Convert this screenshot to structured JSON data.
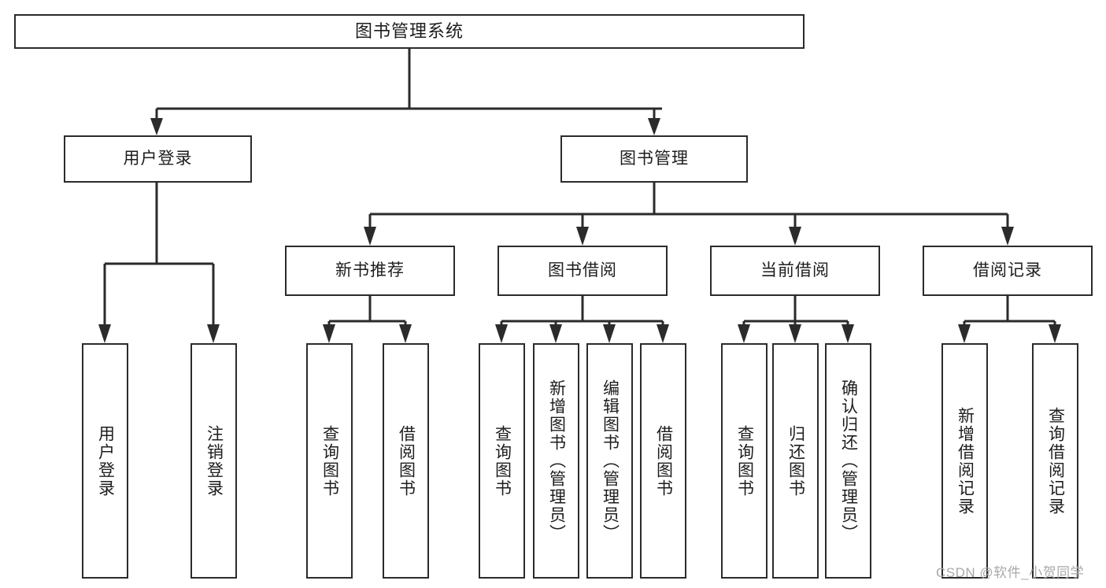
{
  "diagram": {
    "title": "图书管理系统",
    "type": "tree-hierarchy",
    "root": {
      "label": "图书管理系统"
    },
    "level2": [
      {
        "label": "用户登录"
      },
      {
        "label": "图书管理"
      }
    ],
    "level3": [
      {
        "label": "新书推荐"
      },
      {
        "label": "图书借阅"
      },
      {
        "label": "当前借阅"
      },
      {
        "label": "借阅记录"
      }
    ],
    "leaves": {
      "user_login": [
        {
          "label": "用户登录"
        },
        {
          "label": "注销登录"
        }
      ],
      "new_book_recommend": [
        {
          "label": "查询图书"
        },
        {
          "label": "借阅图书"
        }
      ],
      "book_borrow": [
        {
          "label": "查询图书"
        },
        {
          "label": "新增图书（管理员）"
        },
        {
          "label": "编辑图书（管理员）"
        },
        {
          "label": "借阅图书"
        }
      ],
      "current_borrow": [
        {
          "label": "查询图书"
        },
        {
          "label": "归还图书"
        },
        {
          "label": "确认归还（管理员）"
        }
      ],
      "borrow_record": [
        {
          "label": "新增借阅记录"
        },
        {
          "label": "查询借阅记录"
        }
      ]
    }
  },
  "watermark": {
    "text": "CSDN @软件_小贺同学"
  },
  "colors": {
    "stroke": "#2b2b2b",
    "text": "#1d1d1d",
    "background": "#ffffff",
    "watermark": "#a9a9a9"
  }
}
